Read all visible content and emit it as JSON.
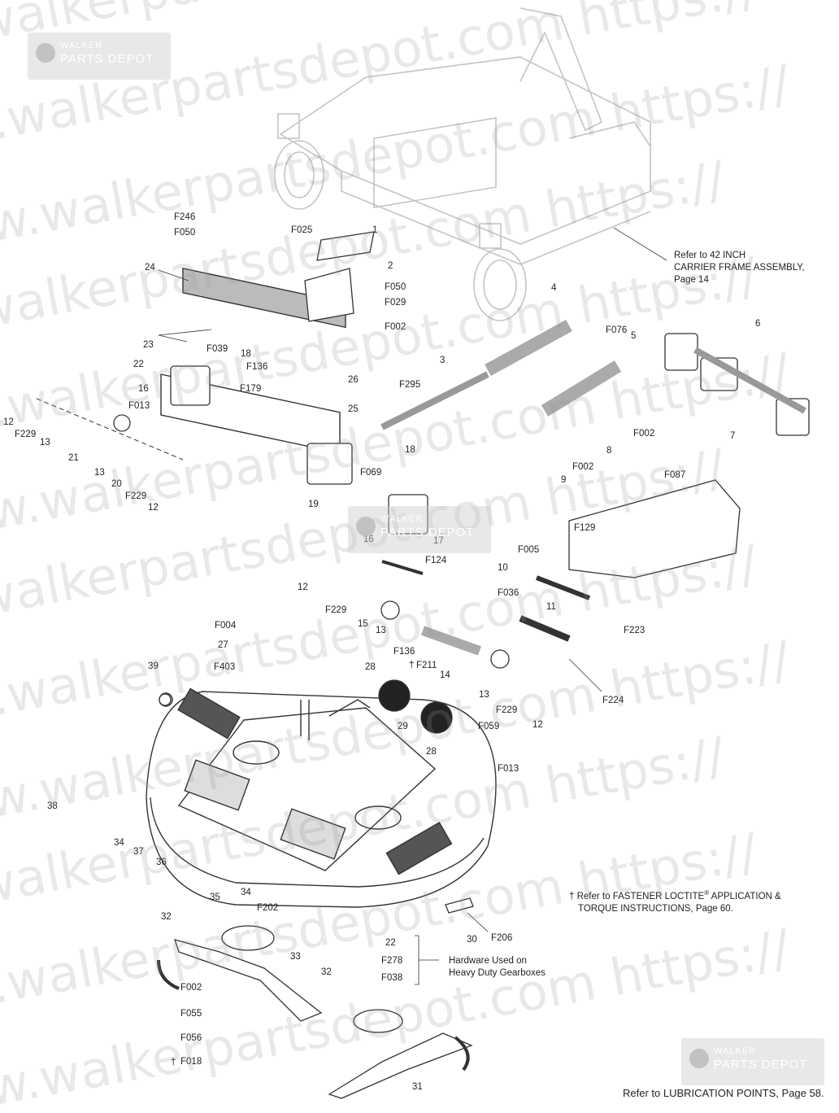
{
  "watermark": {
    "lines": [
      "https://www.walkerpartsdepot.com  https://",
      "https://www.walkerpartsdepot.com  https://",
      "https://www.walkerpartsdepot.com  https://",
      "https://www.walkerpartsdepot.com  https://",
      "https://www.walkerpartsdepot.com  https://",
      "https://www.walkerpartsdepot.com  https://",
      "https://www.walkerpartsdepot.com  https://",
      "https://www.walkerpartsdepot.com  https://",
      "https://www.walkerpartsdepot.com  https://",
      "https://www.walkerpartsdepot.com  https://",
      "https://www.walkerpartsdepot.com  https://",
      "https://www.walkerpartsdepot.com  https://"
    ],
    "badge_top": "WALKER",
    "badge_bottom": "PARTS DEPOT"
  },
  "callouts": [
    {
      "id": "F246",
      "text": "F246"
    },
    {
      "id": "F050a",
      "text": "F050"
    },
    {
      "id": "F025",
      "text": "F025"
    },
    {
      "id": "c1",
      "text": "1"
    },
    {
      "id": "c2",
      "text": "2"
    },
    {
      "id": "F050b",
      "text": "F050"
    },
    {
      "id": "F029",
      "text": "F029"
    },
    {
      "id": "F002a",
      "text": "F002"
    },
    {
      "id": "c24",
      "text": "24"
    },
    {
      "id": "c23",
      "text": "23"
    },
    {
      "id": "F039",
      "text": "F039"
    },
    {
      "id": "c22a",
      "text": "22"
    },
    {
      "id": "c18a",
      "text": "18"
    },
    {
      "id": "F136a",
      "text": "F136"
    },
    {
      "id": "F179",
      "text": "F179"
    },
    {
      "id": "c16a",
      "text": "16"
    },
    {
      "id": "F013a",
      "text": "F013"
    },
    {
      "id": "c12a",
      "text": "12"
    },
    {
      "id": "F229a",
      "text": "F229"
    },
    {
      "id": "c13a",
      "text": "13"
    },
    {
      "id": "c21",
      "text": "21"
    },
    {
      "id": "c13b",
      "text": "13"
    },
    {
      "id": "c20",
      "text": "20"
    },
    {
      "id": "F229b",
      "text": "F229"
    },
    {
      "id": "c12b",
      "text": "12"
    },
    {
      "id": "c4",
      "text": "4"
    },
    {
      "id": "c3",
      "text": "3"
    },
    {
      "id": "c26",
      "text": "26"
    },
    {
      "id": "F295",
      "text": "F295"
    },
    {
      "id": "c25",
      "text": "25"
    },
    {
      "id": "F076",
      "text": "F076"
    },
    {
      "id": "c5",
      "text": "5"
    },
    {
      "id": "c6",
      "text": "6"
    },
    {
      "id": "c19",
      "text": "19"
    },
    {
      "id": "F069",
      "text": "F069"
    },
    {
      "id": "c18b",
      "text": "18"
    },
    {
      "id": "c16b",
      "text": "16"
    },
    {
      "id": "c17",
      "text": "17"
    },
    {
      "id": "F124",
      "text": "F124"
    },
    {
      "id": "c12c",
      "text": "12"
    },
    {
      "id": "F229c",
      "text": "F229"
    },
    {
      "id": "c15",
      "text": "15"
    },
    {
      "id": "c13c",
      "text": "13"
    },
    {
      "id": "F136b",
      "text": "F136"
    },
    {
      "id": "F211",
      "text": "F211"
    },
    {
      "id": "c14",
      "text": "14"
    },
    {
      "id": "c13d",
      "text": "13"
    },
    {
      "id": "F229d",
      "text": "F229"
    },
    {
      "id": "c12d",
      "text": "12"
    },
    {
      "id": "c8",
      "text": "8"
    },
    {
      "id": "F002b",
      "text": "F002"
    },
    {
      "id": "F002c",
      "text": "F002"
    },
    {
      "id": "c9",
      "text": "9"
    },
    {
      "id": "F087",
      "text": "F087"
    },
    {
      "id": "c7",
      "text": "7"
    },
    {
      "id": "F129",
      "text": "F129"
    },
    {
      "id": "F005",
      "text": "F005"
    },
    {
      "id": "c10",
      "text": "10"
    },
    {
      "id": "F036",
      "text": "F036"
    },
    {
      "id": "c11",
      "text": "11"
    },
    {
      "id": "F223",
      "text": "F223"
    },
    {
      "id": "F224",
      "text": "F224"
    },
    {
      "id": "F004",
      "text": "F004"
    },
    {
      "id": "c27",
      "text": "27"
    },
    {
      "id": "F403",
      "text": "F403"
    },
    {
      "id": "c39",
      "text": "39"
    },
    {
      "id": "c28a",
      "text": "28"
    },
    {
      "id": "c29",
      "text": "29"
    },
    {
      "id": "F059",
      "text": "F059"
    },
    {
      "id": "c28b",
      "text": "28"
    },
    {
      "id": "F013b",
      "text": "F013"
    },
    {
      "id": "c38",
      "text": "38"
    },
    {
      "id": "c34a",
      "text": "34"
    },
    {
      "id": "c37",
      "text": "37"
    },
    {
      "id": "c36",
      "text": "36"
    },
    {
      "id": "c35",
      "text": "35"
    },
    {
      "id": "c34b",
      "text": "34"
    },
    {
      "id": "c32a",
      "text": "32"
    },
    {
      "id": "F202",
      "text": "F202"
    },
    {
      "id": "c33",
      "text": "33"
    },
    {
      "id": "F002d",
      "text": "F002"
    },
    {
      "id": "F055",
      "text": "F055"
    },
    {
      "id": "F056",
      "text": "F056"
    },
    {
      "id": "F018",
      "text": "F018"
    },
    {
      "id": "c30",
      "text": "30"
    },
    {
      "id": "F206",
      "text": "F206"
    },
    {
      "id": "c22b",
      "text": "22"
    },
    {
      "id": "F278",
      "text": "F278"
    },
    {
      "id": "F038",
      "text": "F038"
    },
    {
      "id": "c32b",
      "text": "32"
    },
    {
      "id": "c31",
      "text": "31"
    }
  ],
  "notes": {
    "carrier_ref_1": "Refer to 42 INCH",
    "carrier_ref_2": "CARRIER FRAME ASSEMBLY,",
    "carrier_ref_3": "Page 14",
    "hardware_1": "Hardware Used on",
    "hardware_2": "Heavy Duty Gearboxes",
    "loctite_dagger": "†",
    "loctite_1": "Refer to FASTENER LOCTITE",
    "loctite_reg": "®",
    "loctite_2": " APPLICATION &",
    "loctite_3": "TORQUE INSTRUCTIONS, Page 60.",
    "lubrication": "Refer to LUBRICATION POINTS, Page 58."
  },
  "colors": {
    "line": "#333333",
    "faded": "#bdbdbd",
    "watermark": "#969696"
  }
}
